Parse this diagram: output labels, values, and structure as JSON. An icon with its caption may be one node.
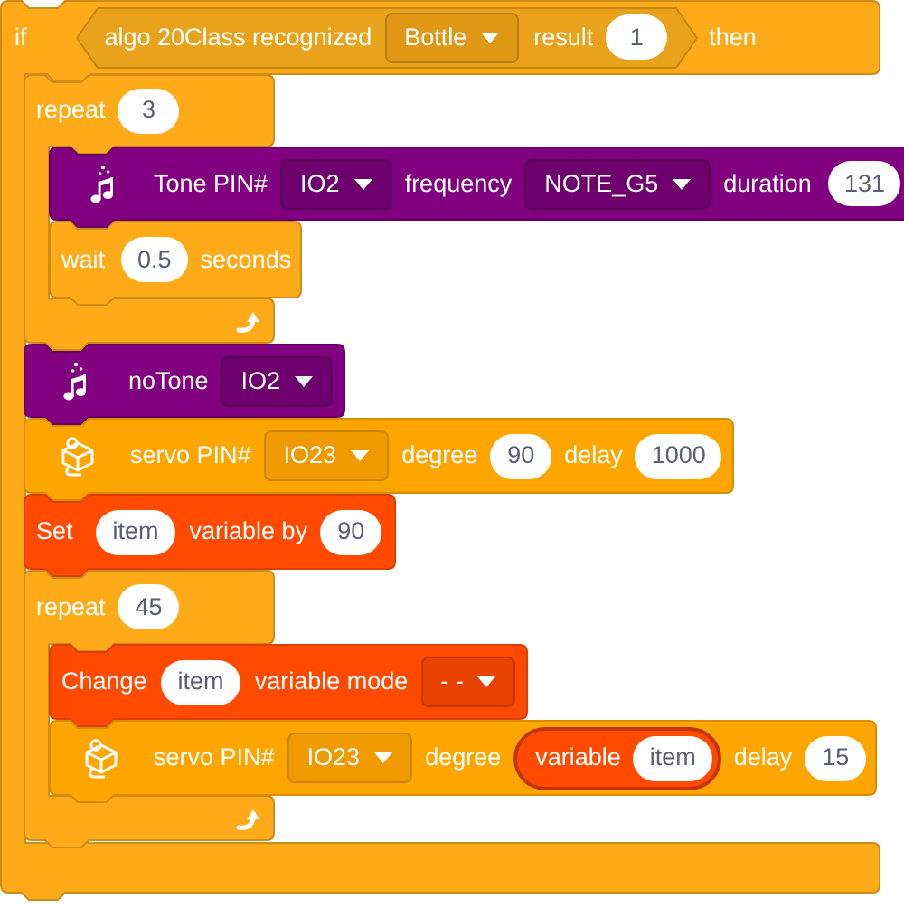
{
  "diagram": {
    "nodes": [
      {
        "text": [
          "if",
          "then"
        ]
      },
      {
        "text": [
          "algo 20Class recognized",
          "result"
        ],
        "in": 0
      },
      {
        "text": [
          "Bottle"
        ],
        "in": 1
      },
      {
        "text": [
          "1"
        ],
        "in": 1
      },
      {
        "text": [
          "repeat"
        ],
        "in": 0
      },
      {
        "text": [
          "3"
        ],
        "in": 4
      },
      {
        "text": [
          "Tone PIN#",
          "frequency",
          "duration"
        ]
      },
      {
        "text": [
          "IO2"
        ],
        "in": 6
      },
      {
        "text": [
          "NOTE_G5"
        ],
        "in": 6
      },
      {
        "text": [
          "131"
        ],
        "in": 6
      },
      {
        "text": [
          "wait",
          "seconds"
        ],
        "in": 4
      },
      {
        "text": [
          "0.5"
        ],
        "in": 10
      },
      {
        "text": [
          "noTone"
        ],
        "in": 0
      },
      {
        "text": [
          "IO2"
        ],
        "in": 12
      },
      {
        "text": [
          "servo PIN#",
          "degree",
          "delay"
        ],
        "in": 0
      },
      {
        "text": [
          "IO23"
        ],
        "in": 14
      },
      {
        "text": [
          "90"
        ],
        "in": 14
      },
      {
        "text": [
          "1000"
        ],
        "in": 14
      },
      {
        "text": [
          "Set",
          "variable by"
        ],
        "in": 0
      },
      {
        "text": [
          "item"
        ],
        "in": 18
      },
      {
        "text": [
          "90"
        ],
        "in": 18
      },
      {
        "text": [
          "repeat"
        ],
        "in": 0
      },
      {
        "text": [
          "45"
        ],
        "in": 21
      },
      {
        "text": [
          "Change",
          "variable mode"
        ],
        "in": 0
      },
      {
        "text": [
          "item"
        ],
        "in": 23
      },
      {
        "text": [
          "- -"
        ],
        "in": 23
      },
      {
        "text": [
          "servo PIN#",
          "degree",
          "delay"
        ],
        "in": 0
      },
      {
        "text": [
          "IO23"
        ],
        "in": 26
      },
      {
        "text": [
          "variable"
        ],
        "in": 26
      },
      {
        "text": [
          "item"
        ],
        "in": 28
      },
      {
        "text": [
          "15"
        ],
        "in": 26
      }
    ]
  }
}
